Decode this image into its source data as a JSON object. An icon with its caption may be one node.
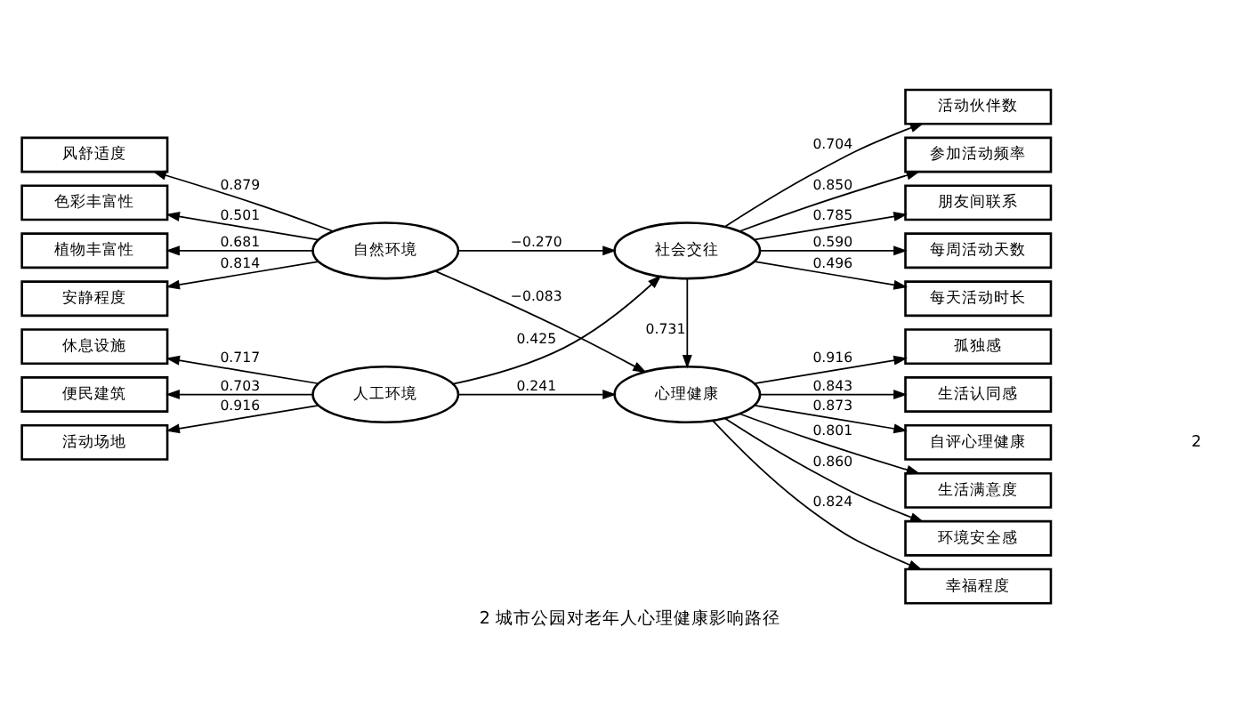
{
  "diagram": {
    "caption": "2 城市公园对老年人心理健康影响路径",
    "nodes": [
      {
        "text": [
          "色彩丰富性"
        ]
      },
      {
        "text": [
          "植物丰富性"
        ]
      },
      {
        "text": [
          "安静程度"
        ]
      },
      {
        "text": [
          "风舒适度"
        ]
      },
      {
        "text": [
          "休息设施"
        ]
      },
      {
        "text": [
          "便民建筑"
        ]
      },
      {
        "text": [
          "活动场地"
        ]
      },
      {
        "text": [
          "自然环境"
        ]
      },
      {
        "text": [
          "人工环境"
        ]
      },
      {
        "text": [
          "社会交往"
        ]
      },
      {
        "text": [
          "心理健康"
        ]
      },
      {
        "text": [
          "每周活动天数"
        ]
      },
      {
        "text": [
          "每天活动时长"
        ]
      },
      {
        "text": [
          "活动伙伴数"
        ]
      },
      {
        "text": [
          "参加活动频率"
        ]
      },
      {
        "text": [
          "朋友间联系"
        ]
      },
      {
        "text": [
          "生活满意度"
        ]
      },
      {
        "text": [
          "环境安全感"
        ]
      },
      {
        "text": [
          "幸福程度"
        ]
      },
      {
        "text": [
          "孤独感"
        ]
      },
      {
        "text": [
          "生活认同感"
        ]
      },
      {
        "text": [
          "自评心理健康"
        ]
      }
    ],
    "edges": [
      {
        "from": 7,
        "to": 0,
        "arrow": "to",
        "label": "0.501"
      },
      {
        "from": 7,
        "to": 1,
        "arrow": "to",
        "label": "0.681"
      },
      {
        "from": 7,
        "to": 2,
        "arrow": "to",
        "label": "0.814"
      },
      {
        "from": 7,
        "to": 3,
        "arrow": "to",
        "label": "0.879"
      },
      {
        "from": 8,
        "to": 4,
        "arrow": "to",
        "label": "0.717"
      },
      {
        "from": 8,
        "to": 5,
        "arrow": "to",
        "label": "0.703"
      },
      {
        "from": 8,
        "to": 6,
        "arrow": "to",
        "label": "0.916"
      },
      {
        "from": 7,
        "to": 9,
        "arrow": "to",
        "label": "−0.270"
      },
      {
        "from": 7,
        "to": 10,
        "arrow": "to",
        "label": "−0.083"
      },
      {
        "from": 8,
        "to": 9,
        "arrow": "to",
        "label": "0.425"
      },
      {
        "from": 8,
        "to": 10,
        "arrow": "to",
        "label": "0.241"
      },
      {
        "from": 9,
        "to": 10,
        "arrow": "to",
        "label": "0.731"
      },
      {
        "from": 9,
        "to": 11,
        "arrow": "to",
        "label": "0.590"
      },
      {
        "from": 9,
        "to": 12,
        "arrow": "to",
        "label": "0.496"
      },
      {
        "from": 9,
        "to": 13,
        "arrow": "to",
        "label": "0.704"
      },
      {
        "from": 9,
        "to": 14,
        "arrow": "to",
        "label": "0.850"
      },
      {
        "from": 9,
        "to": 15,
        "arrow": "to",
        "label": "0.785"
      },
      {
        "from": 10,
        "to": 16,
        "arrow": "to",
        "label": "0.801"
      },
      {
        "from": 10,
        "to": 17,
        "arrow": "to",
        "label": "0.860"
      },
      {
        "from": 10,
        "to": 18,
        "arrow": "to",
        "label": "0.824"
      },
      {
        "from": 10,
        "to": 19,
        "arrow": "to",
        "label": "0.916"
      },
      {
        "from": 10,
        "to": 20,
        "arrow": "to",
        "label": "0.843"
      },
      {
        "from": 10,
        "to": 21,
        "arrow": "to",
        "label": "0.873"
      }
    ],
    "labels": [
      "2"
    ]
  }
}
